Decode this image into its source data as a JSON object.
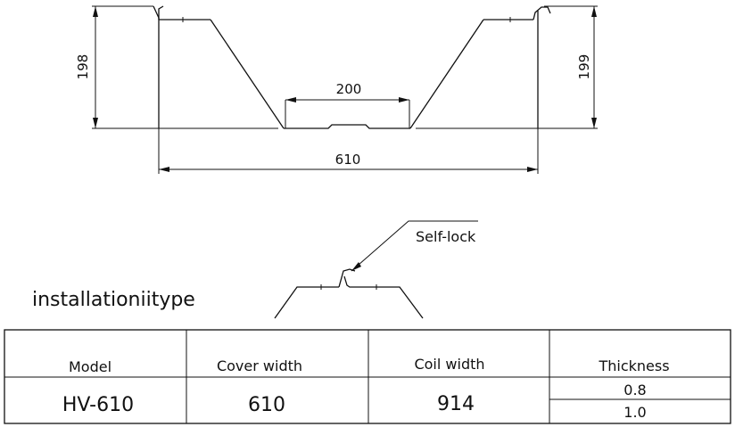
{
  "dimensions": {
    "left_height": "198",
    "right_height": "199",
    "bottom_width": "200",
    "overall_width": "610"
  },
  "callout": {
    "self_lock": "Self-lock"
  },
  "section_title": "installationiitype",
  "spec_table": {
    "headers": [
      "Model",
      "Cover width",
      "Coil width",
      "Thickness"
    ],
    "row": {
      "model": "HV-610",
      "cover_width": "610",
      "coil_width": "914",
      "thickness": [
        "0.8",
        "1.0"
      ]
    }
  }
}
